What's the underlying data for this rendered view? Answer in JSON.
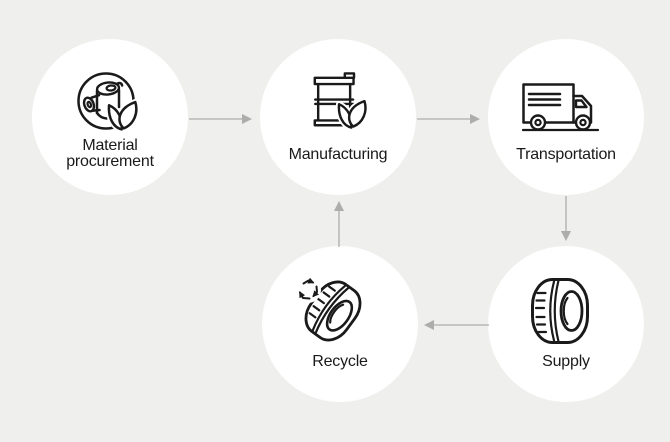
{
  "diagram": {
    "name": "product-lifecycle-flow",
    "steps": [
      {
        "name": "material-procurement",
        "label": "Material procurement",
        "label_lines": [
          "Material",
          "procurement"
        ],
        "icon": "rolled-material-with-leaves-icon"
      },
      {
        "name": "manufacturing",
        "label": "Manufacturing",
        "label_lines": [
          "Manufacturing"
        ],
        "icon": "oil-drum-with-leaves-icon"
      },
      {
        "name": "transportation",
        "label": "Transportation",
        "label_lines": [
          "Transportation"
        ],
        "icon": "delivery-truck-icon"
      },
      {
        "name": "supply",
        "label": "Supply",
        "label_lines": [
          "Supply"
        ],
        "icon": "tire-icon"
      },
      {
        "name": "recycle",
        "label": "Recycle",
        "label_lines": [
          "Recycle"
        ],
        "icon": "tire-with-recycle-arrows-icon"
      }
    ],
    "flow": [
      {
        "from": "material-procurement",
        "to": "manufacturing",
        "direction": "right"
      },
      {
        "from": "manufacturing",
        "to": "transportation",
        "direction": "right"
      },
      {
        "from": "transportation",
        "to": "supply",
        "direction": "down"
      },
      {
        "from": "supply",
        "to": "recycle",
        "direction": "left"
      },
      {
        "from": "recycle",
        "to": "manufacturing",
        "direction": "up"
      }
    ],
    "colors": {
      "background": "#efefed",
      "circle": "#ffffff",
      "icon_stroke": "#1a1a1a",
      "text": "#1a1a1a",
      "arrow": "#adadad"
    }
  }
}
